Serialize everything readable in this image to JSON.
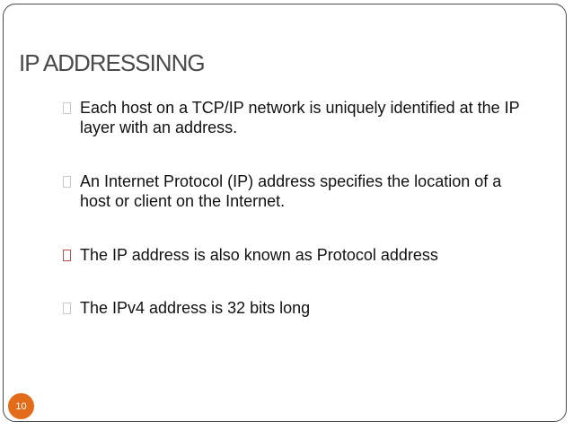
{
  "slide": {
    "title": "IP ADDRESSINNG",
    "page_number": "10",
    "bullets": [
      {
        "text": "Each host on a TCP/IP network is uniquely identified at the IP layer with an address."
      },
      {
        "text": "An Internet Protocol (IP) address specifies the location of a host or client on the Internet."
      },
      {
        "text": "The IP address is also known as Protocol address"
      },
      {
        "text": "The IPv4 address is 32 bits long"
      }
    ],
    "icons": {
      "bullet": "square-bullet-icon"
    },
    "colors": {
      "title": "#4a4a4a",
      "text": "#111111",
      "badge": "#e36c1b",
      "border": "#4a4a4a",
      "accent_bullet": "#c0504d"
    }
  }
}
